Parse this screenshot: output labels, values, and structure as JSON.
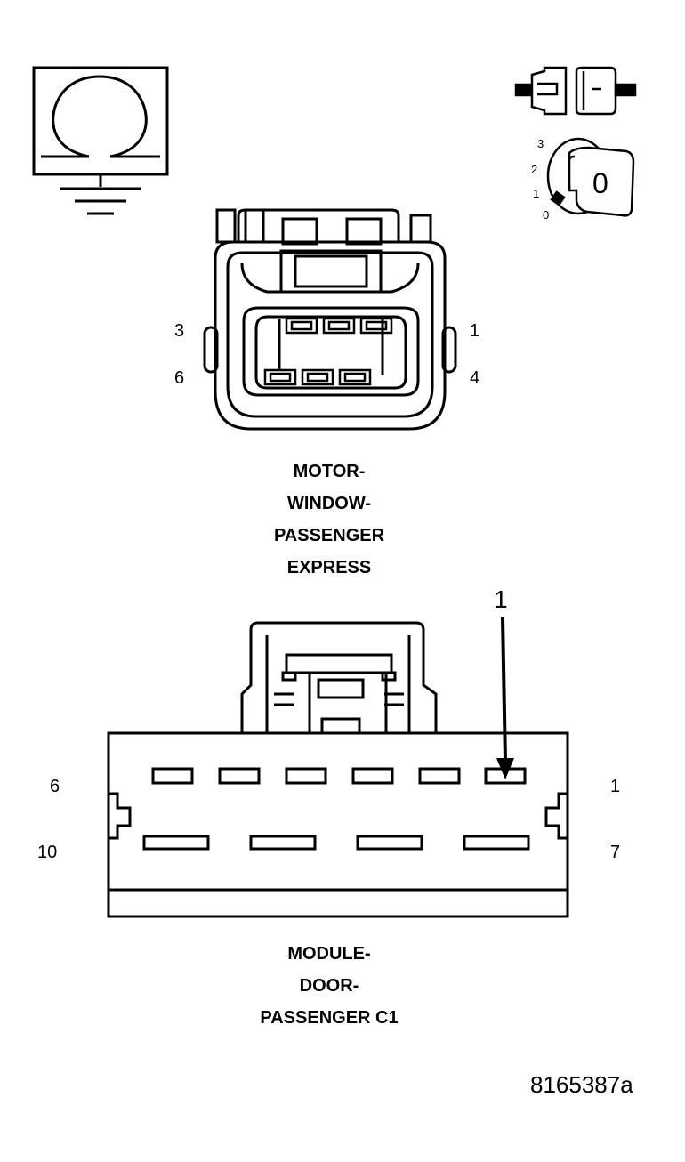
{
  "connector_1": {
    "pin_labels": {
      "top_left": "3",
      "top_right": "1",
      "bottom_left": "6",
      "bottom_right": "4"
    },
    "title_lines": [
      "MOTOR-",
      "WINDOW-",
      "PASSENGER",
      "EXPRESS"
    ]
  },
  "connector_2": {
    "callout": "1",
    "pin_labels": {
      "top_left": "6",
      "top_right": "1",
      "bottom_left": "10",
      "bottom_right": "7"
    },
    "title_lines": [
      "MODULE-",
      "DOOR-",
      "PASSENGER C1"
    ]
  },
  "ignition_switch": {
    "positions": [
      "3",
      "2",
      "1",
      "0"
    ],
    "key_label": "0"
  },
  "figure_number": "8165387a"
}
